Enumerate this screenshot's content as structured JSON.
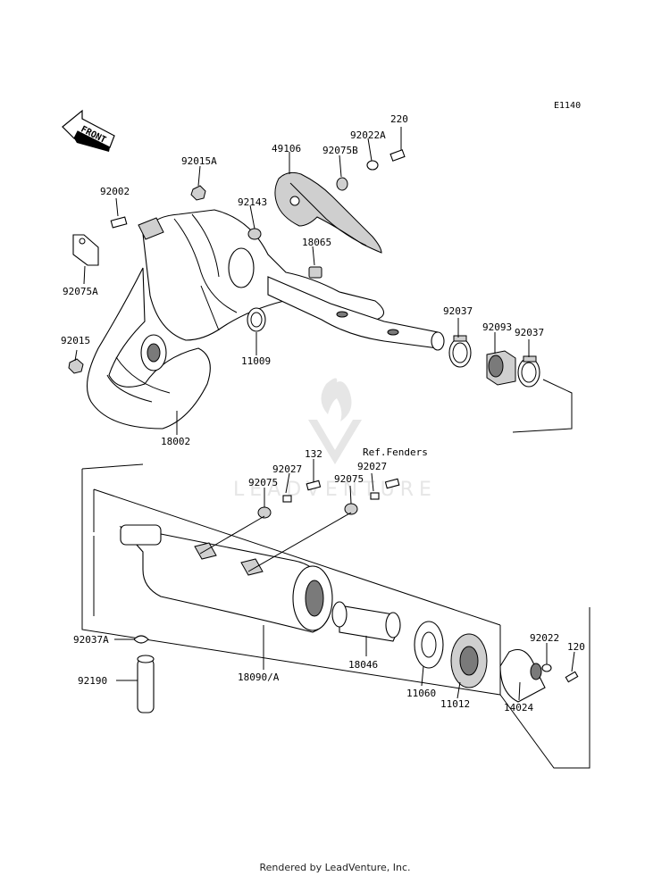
{
  "diagram_code": "E1140",
  "front_label": "FRONT",
  "watermark": "LEADVENTURE",
  "footer": "Rendered by LeadVenture, Inc.",
  "labels": {
    "p220": "220",
    "p92022A": "92022A",
    "p49106": "49106",
    "p92075B": "92075B",
    "p92015A": "92015A",
    "p92002": "92002",
    "p92143": "92143",
    "p18065": "18065",
    "p92075A": "92075A",
    "p92015": "92015",
    "p11009": "11009",
    "p18002": "18002",
    "p92037a": "92037",
    "p92093": "92093",
    "p92037b": "92037",
    "p132": "132",
    "pRef": "Ref.Fenders",
    "p92027a": "92027",
    "p92075a": "92075",
    "p92027b": "92027",
    "p92075b": "92075",
    "p92037A": "92037A",
    "p92190": "92190",
    "p18090A": "18090/A",
    "p18046": "18046",
    "p11060": "11060",
    "p11012": "11012",
    "p14024": "14024",
    "p92022": "92022",
    "p120": "120"
  }
}
